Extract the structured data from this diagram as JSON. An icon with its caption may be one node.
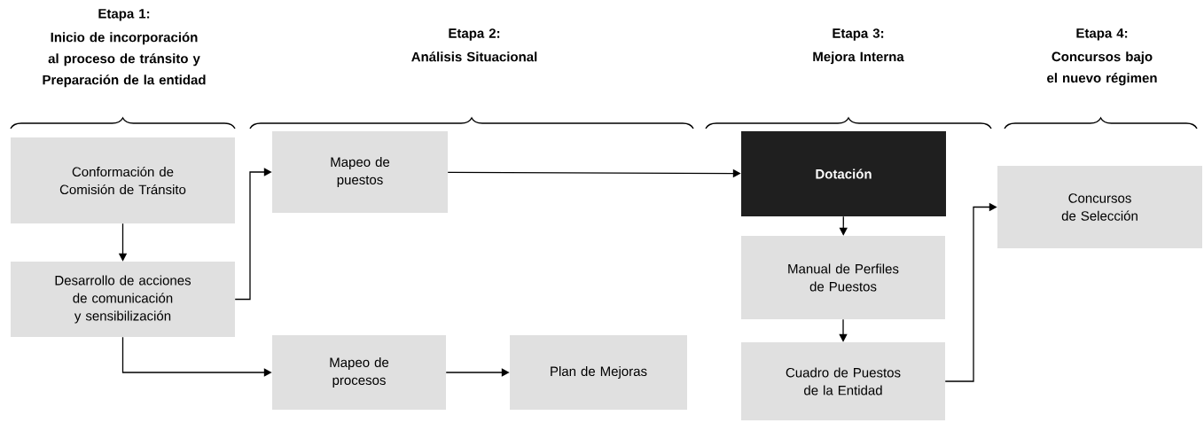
{
  "diagram": {
    "nodes": [
      {
        "text": [
          "Conformación de Comisión de Tránsito"
        ]
      },
      {
        "text": [
          "Desarrollo de acciones de comunicación y sensibilización"
        ]
      },
      {
        "text": [
          "Mapeo de puestos"
        ]
      },
      {
        "text": [
          "Mapeo de procesos"
        ]
      },
      {
        "text": [
          "Plan de Mejoras"
        ]
      },
      {
        "text": [
          "Dotación"
        ]
      },
      {
        "text": [
          "Manual de Perfiles de Puestos"
        ]
      },
      {
        "text": [
          "Cuadro de Puestos de la Entidad"
        ]
      },
      {
        "text": [
          "Concursos de Selección"
        ]
      }
    ],
    "edges": [
      {
        "from": 0,
        "to": 1,
        "arrow": "to"
      },
      {
        "from": 1,
        "to": 2,
        "arrow": "to"
      },
      {
        "from": 1,
        "to": 3,
        "arrow": "to"
      },
      {
        "from": 2,
        "to": 5,
        "arrow": "to"
      },
      {
        "from": 3,
        "to": 4,
        "arrow": "to"
      },
      {
        "from": 5,
        "to": 6,
        "arrow": "to"
      },
      {
        "from": 6,
        "to": 7,
        "arrow": "to"
      },
      {
        "from": 7,
        "to": 8,
        "arrow": "to"
      }
    ],
    "labels": [
      "Etapa 1:",
      "Inicio de incorporación al proceso de tránsito y Preparación de la entidad",
      "Etapa 2:",
      "Análisis Situacional",
      "Etapa 3:",
      "Mejora Interna",
      "Etapa 4:",
      "Concursos bajo el nuevo régimen"
    ]
  }
}
